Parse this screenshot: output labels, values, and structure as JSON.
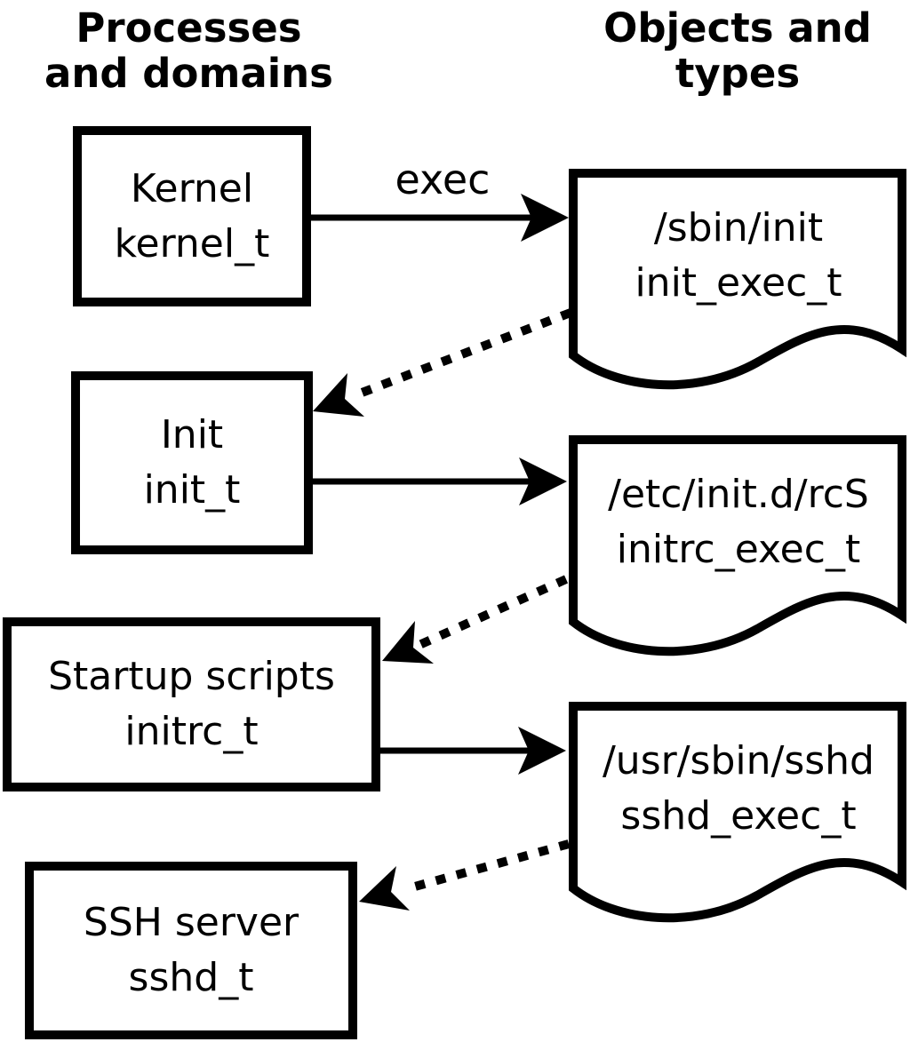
{
  "diagram": {
    "columns": {
      "left": {
        "heading_line1": "Processes",
        "heading_line2": "and domains"
      },
      "right": {
        "heading_line1": "Objects and",
        "heading_line2": "types"
      }
    },
    "process_nodes": [
      {
        "name": "Kernel",
        "domain": "kernel_t"
      },
      {
        "name": "Init",
        "domain": "init_t"
      },
      {
        "name": "Startup scripts",
        "domain": "initrc_t"
      },
      {
        "name": "SSH server",
        "domain": "sshd_t"
      }
    ],
    "object_nodes": [
      {
        "file_path": "/sbin/init",
        "type": "init_exec_t"
      },
      {
        "file_path": "/etc/init.d/rcS",
        "type": "initrc_exec_t"
      },
      {
        "file_path": "/usr/sbin/sshd",
        "type": "sshd_exec_t"
      }
    ],
    "arrow_labels": {
      "exec": "exec"
    },
    "colors": {
      "foreground": "#000000",
      "background": "#ffffff"
    }
  }
}
